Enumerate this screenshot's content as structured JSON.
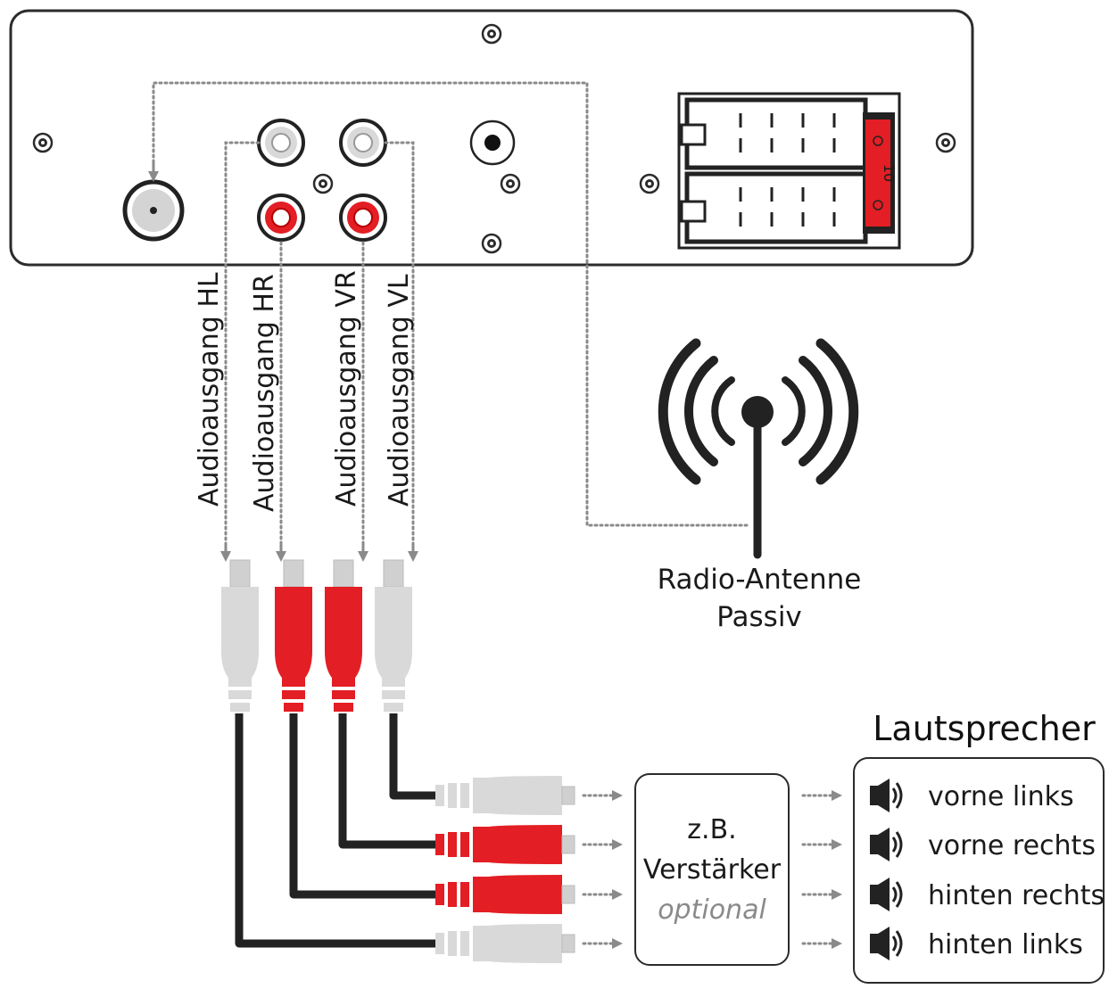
{
  "labels": {
    "out_hl": "Audioausgang HL",
    "out_hr": "Audioausgang HR",
    "out_vr": "Audioausgang VR",
    "out_vl": "Audioausgang VL",
    "antenna_line1": "Radio-Antenne",
    "antenna_line2": "Passiv",
    "amp_line1": "z.B.",
    "amp_line2": "Verstärker",
    "amp_line3": "optional",
    "speakers_title": "Lautsprecher",
    "fuse": "10"
  },
  "speakers": [
    {
      "label": "vorne links"
    },
    {
      "label": "vorne rechts"
    },
    {
      "label": "hinten rechts"
    },
    {
      "label": "hinten links"
    }
  ],
  "colors": {
    "rca_white": "#d9d9d9",
    "rca_red": "#e31e24",
    "outline": "#2b2b2b",
    "dotted": "#8a8a8a"
  },
  "icons": [
    "screw-icon",
    "antenna-icon",
    "speaker-icon",
    "arrow-icon"
  ]
}
